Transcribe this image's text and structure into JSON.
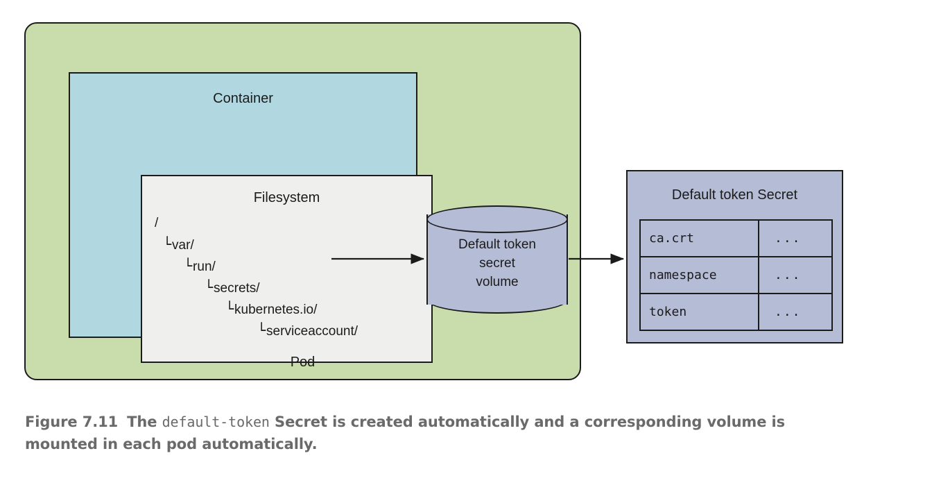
{
  "figure": {
    "pod_label": "Pod",
    "container_label": "Container",
    "filesystem_label": "Filesystem",
    "tree": [
      {
        "branch": "",
        "name": "/",
        "indent": 0
      },
      {
        "branch": "└",
        "name": "var/",
        "indent": 1
      },
      {
        "branch": "└",
        "name": "run/",
        "indent": 2
      },
      {
        "branch": "└",
        "name": "secrets/",
        "indent": 3
      },
      {
        "branch": "└",
        "name": "kubernetes.io/",
        "indent": 4
      },
      {
        "branch": "└",
        "name": "serviceaccount/",
        "indent": 5
      }
    ],
    "volume": {
      "line1": "Default token",
      "line2": "secret",
      "line3": "volume"
    },
    "secret": {
      "title": "Default token Secret",
      "rows": [
        {
          "key": "ca.crt",
          "value": "..."
        },
        {
          "key": "namespace",
          "value": "..."
        },
        {
          "key": "token",
          "value": "..."
        }
      ]
    }
  },
  "caption": {
    "figure_number": "Figure 7.11",
    "text_before": "The ",
    "code": "default-token",
    "text_after": " Secret is created automatically and a corresponding volume is mounted in each pod automatically."
  },
  "colors": {
    "pod_fill": "#c9dcac",
    "container_fill": "#b1d8e0",
    "filesystem_fill": "#efefed",
    "secret_fill": "#b5bcd6",
    "stroke": "#1b1b1b",
    "caption_text": "#6a6a6a"
  }
}
